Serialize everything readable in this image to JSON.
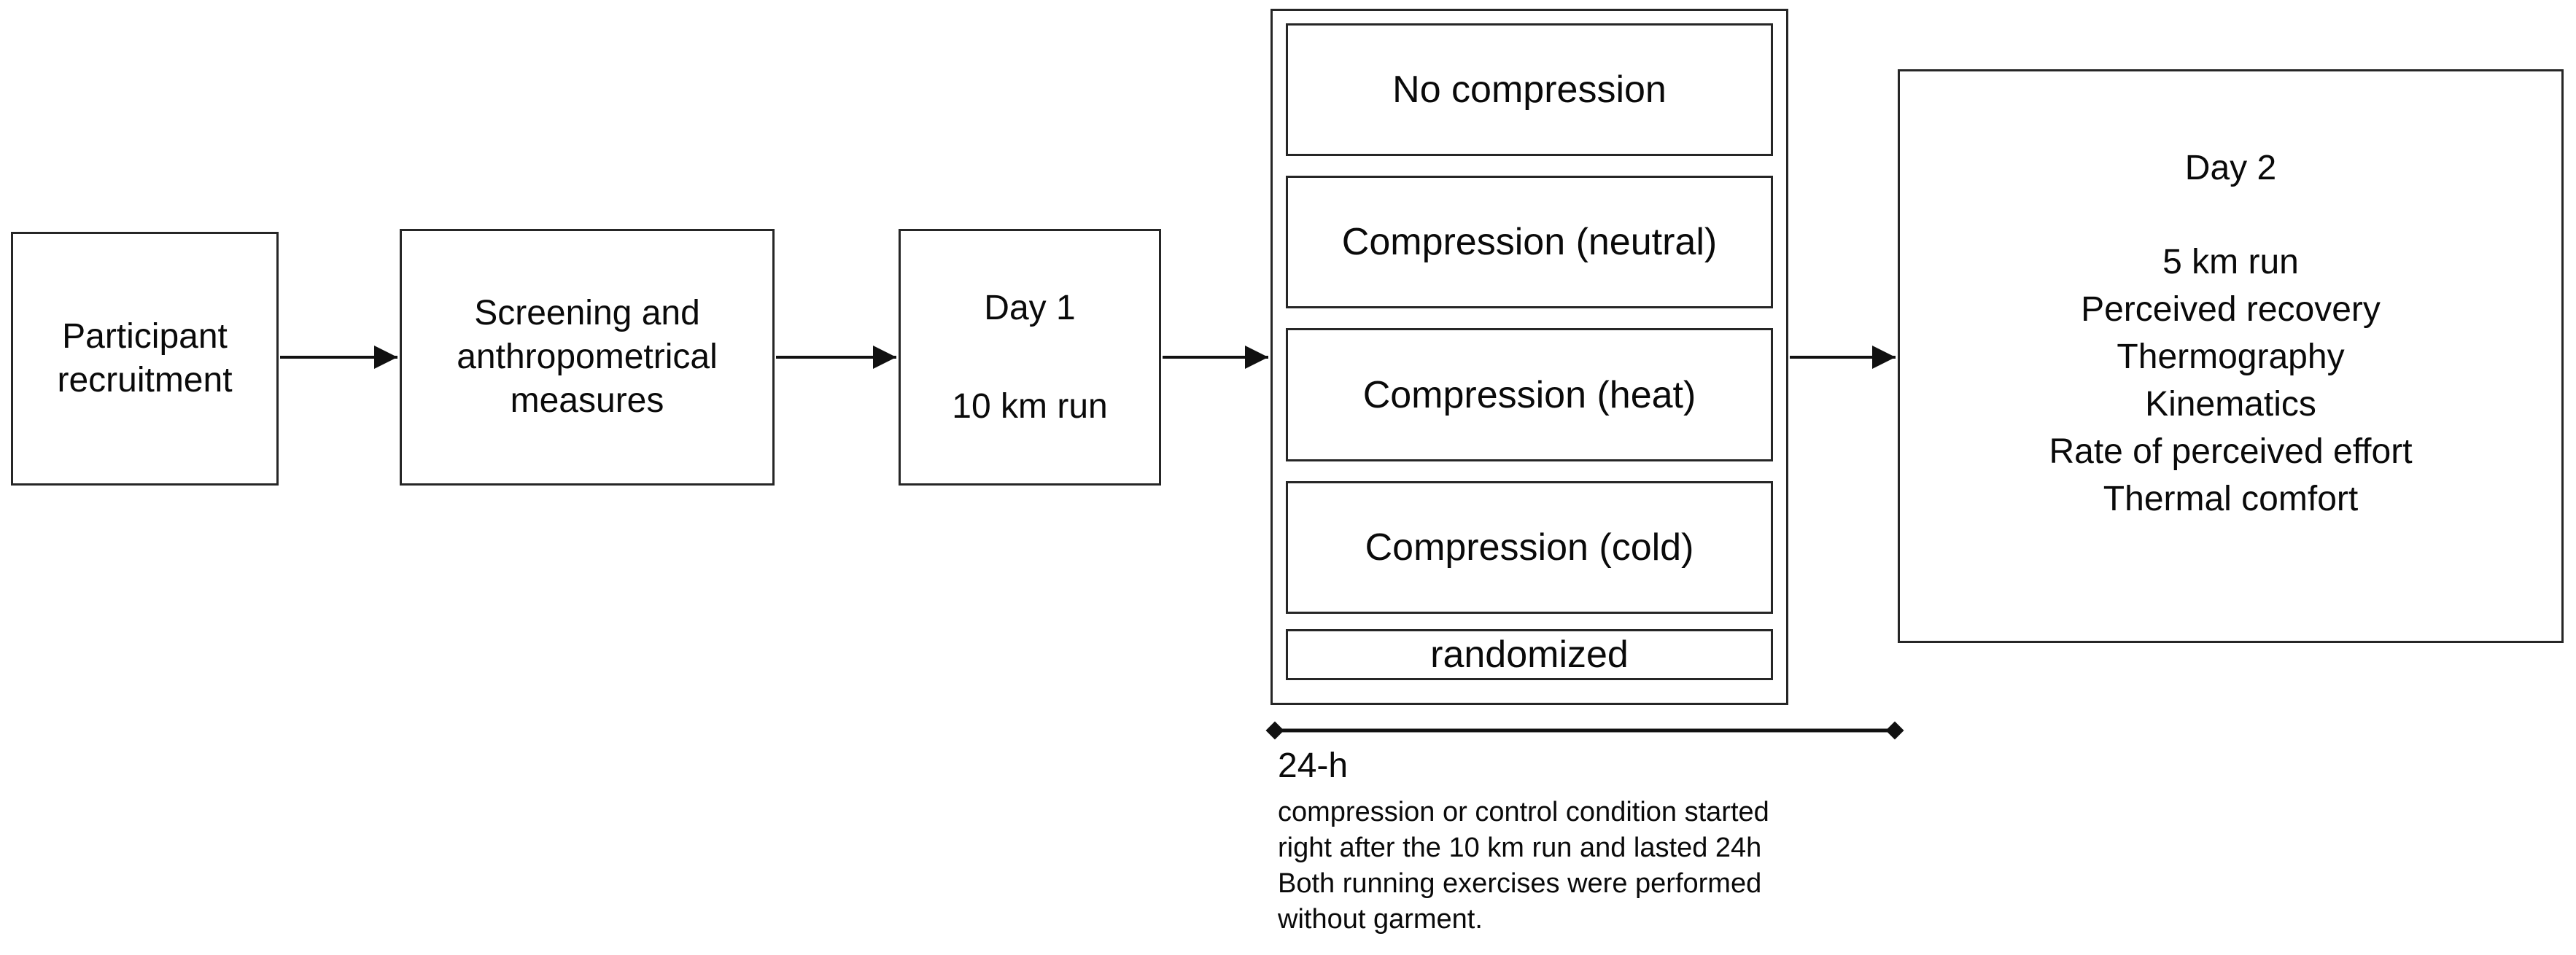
{
  "figure": {
    "title": "Study design flowchart",
    "background_color": "#ffffff",
    "line_color": "#1a1a1a"
  },
  "steps": {
    "recruitment": {
      "label": "Participant recruitment"
    },
    "screening": {
      "label": "Screening and anthropometrical measures"
    },
    "day1": {
      "title": "Day 1",
      "detail": "10 km run"
    }
  },
  "conditions": {
    "items": [
      "No compression",
      "Compression (neutral)",
      "Compression (heat)",
      "Compression (cold)"
    ],
    "randomized": "randomized"
  },
  "day2": {
    "title": "Day 2",
    "measures": [
      "5 km run",
      "Perceived recovery",
      "Thermography",
      "Kinematics",
      "Rate of perceived effort",
      "Thermal comfort"
    ]
  },
  "timeline": {
    "duration": "24-h",
    "note_lines": [
      "compression or control condition started",
      "right after the 10 km run and lasted 24h",
      "Both running exercises were performed",
      "without garment."
    ]
  }
}
